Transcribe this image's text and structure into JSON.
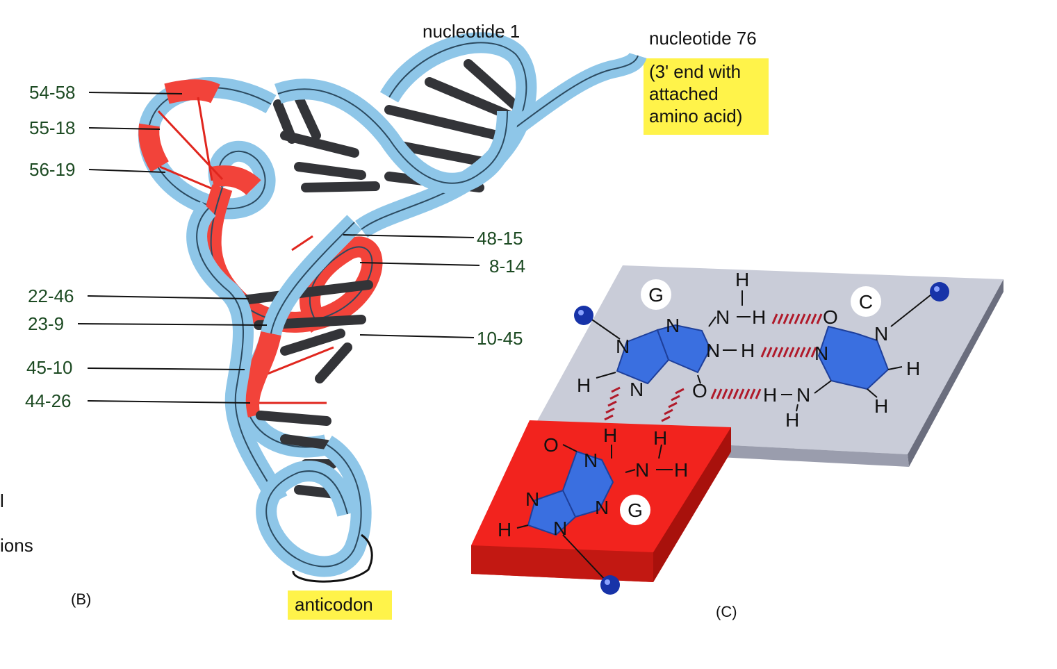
{
  "labels": {
    "nucleotide_1": "nucleotide 1",
    "nucleotide_76": "nucleotide 76",
    "end_note_line1": "(3' end with",
    "end_note_line2": "attached",
    "end_note_line3": "amino acid)",
    "anticodon": "anticodon",
    "panel_b": "(B)",
    "panel_c": "(C)",
    "cut_text_1": "l",
    "cut_text_2": "ions"
  },
  "base_pairs": [
    {
      "id": "54-58",
      "text": "54-58"
    },
    {
      "id": "55-18",
      "text": "55-18"
    },
    {
      "id": "56-19",
      "text": "56-19"
    },
    {
      "id": "48-15",
      "text": "48-15"
    },
    {
      "id": "8-14",
      "text": "8-14"
    },
    {
      "id": "22-46",
      "text": "22-46"
    },
    {
      "id": "23-9",
      "text": "23-9"
    },
    {
      "id": "10-45",
      "text": "10-45"
    },
    {
      "id": "45-10",
      "text": "45-10"
    },
    {
      "id": "44-26",
      "text": "44-26"
    }
  ],
  "triple": {
    "base_G1": "G",
    "base_C": "C",
    "base_G2": "G",
    "atom_H": "H",
    "atom_N": "N",
    "atom_O": "O"
  },
  "colors": {
    "ribbon_blue": "#8ec6e8",
    "ribbon_red": "#f2433a",
    "rung": "#333438",
    "highlight": "#fff34a",
    "base_blue": "#3a6fe0",
    "plane_gray": "#c9ccd8",
    "plane_red": "#f2231e",
    "hbond": "#b01a2a",
    "label_green": "#1c4a22"
  }
}
